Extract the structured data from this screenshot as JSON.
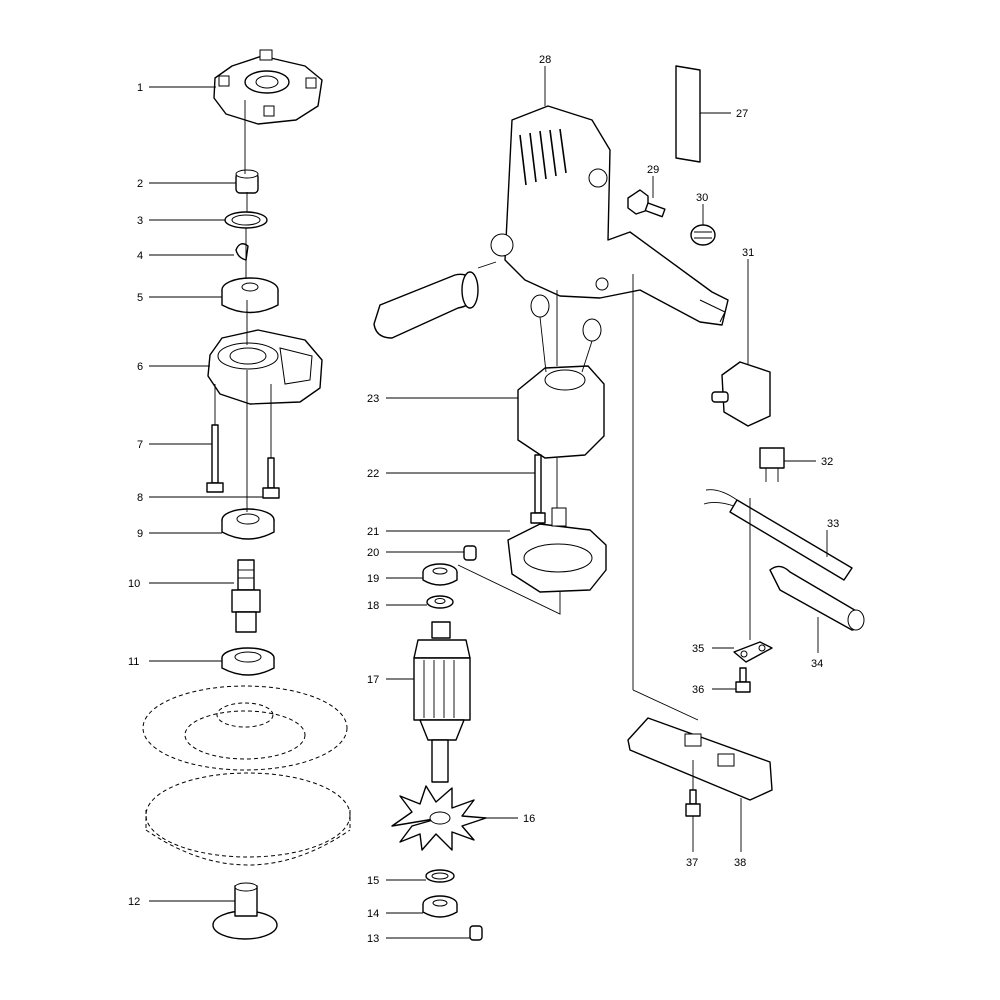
{
  "diagram": {
    "callouts": [
      "1",
      "2",
      "3",
      "4",
      "5",
      "6",
      "7",
      "8",
      "9",
      "10",
      "11",
      "12",
      "13",
      "14",
      "15",
      "16",
      "17",
      "18",
      "19",
      "20",
      "21",
      "22",
      "23",
      "27",
      "28",
      "29",
      "30",
      "31",
      "32",
      "33",
      "34",
      "35",
      "36",
      "37",
      "38"
    ]
  }
}
